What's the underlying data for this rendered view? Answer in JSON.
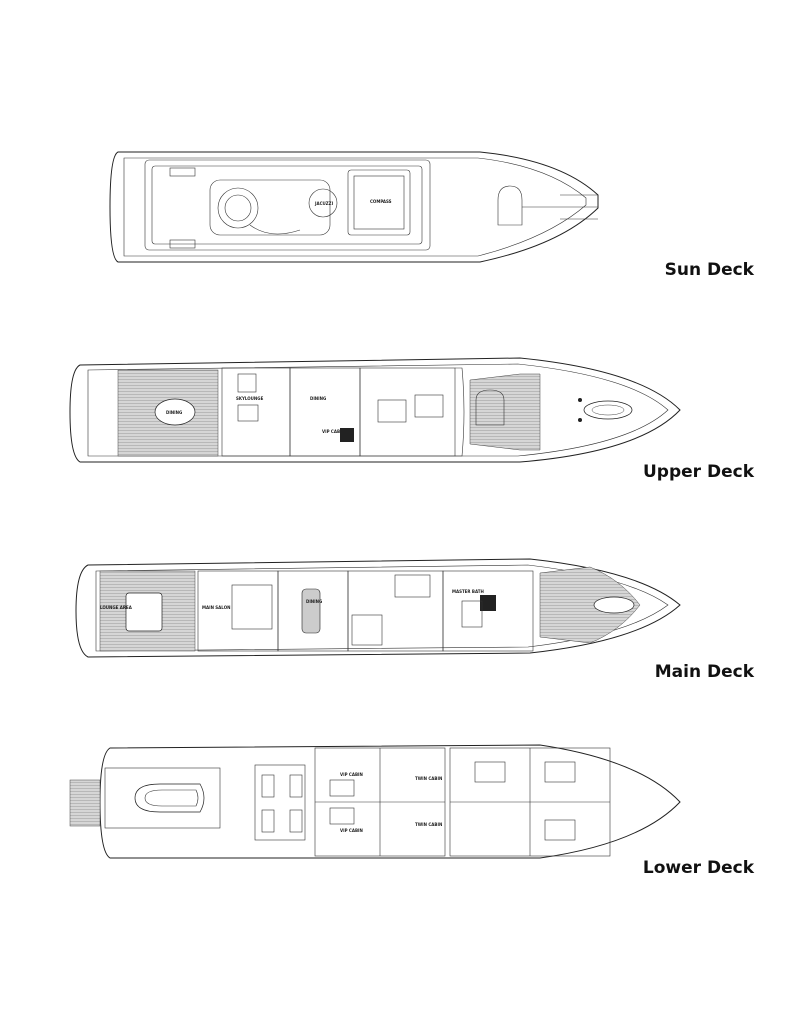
{
  "decks": [
    {
      "title": "Sun Deck",
      "rooms": [
        "JACUZZI",
        "COMPASS"
      ]
    },
    {
      "title": "Upper Deck",
      "rooms": [
        "DINING",
        "SKYLOUNGE",
        "DINING",
        "VIP CABIN"
      ]
    },
    {
      "title": "Main Deck",
      "rooms": [
        "LOUNGE AREA",
        "MAIN SALON",
        "DINING",
        "MASTER BATH"
      ]
    },
    {
      "title": "Lower Deck",
      "rooms": [
        "VIP CABIN",
        "VIP CABIN",
        "TWIN CABIN",
        "TWIN CABIN"
      ]
    }
  ]
}
